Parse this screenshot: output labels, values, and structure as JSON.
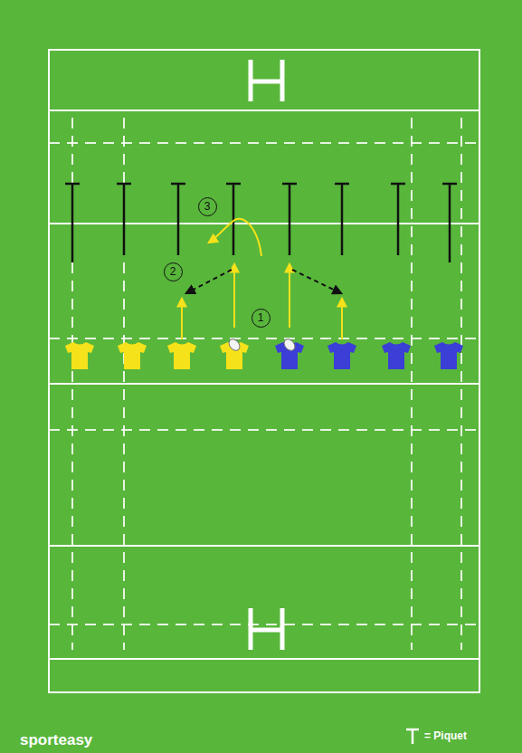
{
  "diagram": {
    "nodes": [
      {
        "text": [
          "3"
        ]
      },
      {
        "text": [
          "2"
        ]
      },
      {
        "text": [
          "1"
        ]
      }
    ],
    "labels": [
      "sporteasy"
    ],
    "legend": [
      {
        "text": "= Piquet"
      }
    ]
  }
}
